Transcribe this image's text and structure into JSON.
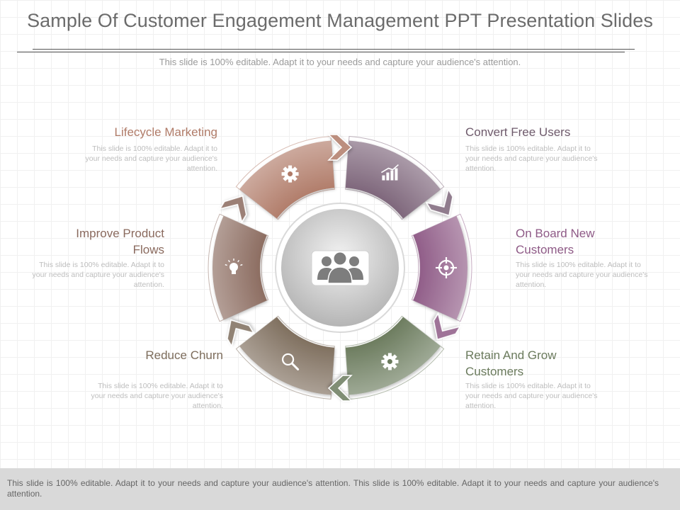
{
  "slide": {
    "title": "Sample Of Customer Engagement Management PPT Presentation Slides",
    "subtitle": "This slide is 100% editable. Adapt it to your needs and capture your audience's attention."
  },
  "center": {
    "icon": "people-group-icon"
  },
  "segments": [
    {
      "label": "Lifecycle Marketing",
      "description": "This slide is 100% editable. Adapt it to your needs and capture your audience's attention.",
      "icon": "gear-icon",
      "color": "#b07b68"
    },
    {
      "label": "Convert Free Users",
      "description": "This slide is 100% editable. Adapt it to your needs and capture your audience's attention.",
      "icon": "bar-chart-icon",
      "color": "#7c6479"
    },
    {
      "label": "On Board New Customers",
      "description": "This slide is 100% editable. Adapt it to your needs and capture your audience's attention.",
      "icon": "target-icon",
      "color": "#8e5a86"
    },
    {
      "label": "Retain And Grow Customers",
      "description": "This slide is 100% editable. Adapt it to your needs and capture your audience's attention.",
      "icon": "cog-icon",
      "color": "#6a7a5c"
    },
    {
      "label": "Reduce Churn",
      "description": "This slide is 100% editable. Adapt it to your needs and capture your audience's attention.",
      "icon": "magnifier-icon",
      "color": "#7d6d5c"
    },
    {
      "label": "Improve Product Flows",
      "description": "This slide is 100% editable. Adapt it to your needs and capture your audience's attention.",
      "icon": "lightbulb-icon",
      "color": "#8a6a5e"
    }
  ],
  "footer": {
    "text": "This slide is 100% editable. Adapt it to your needs and capture your audience's attention. This slide is 100% editable. Adapt it to your needs and capture your audience's attention."
  }
}
